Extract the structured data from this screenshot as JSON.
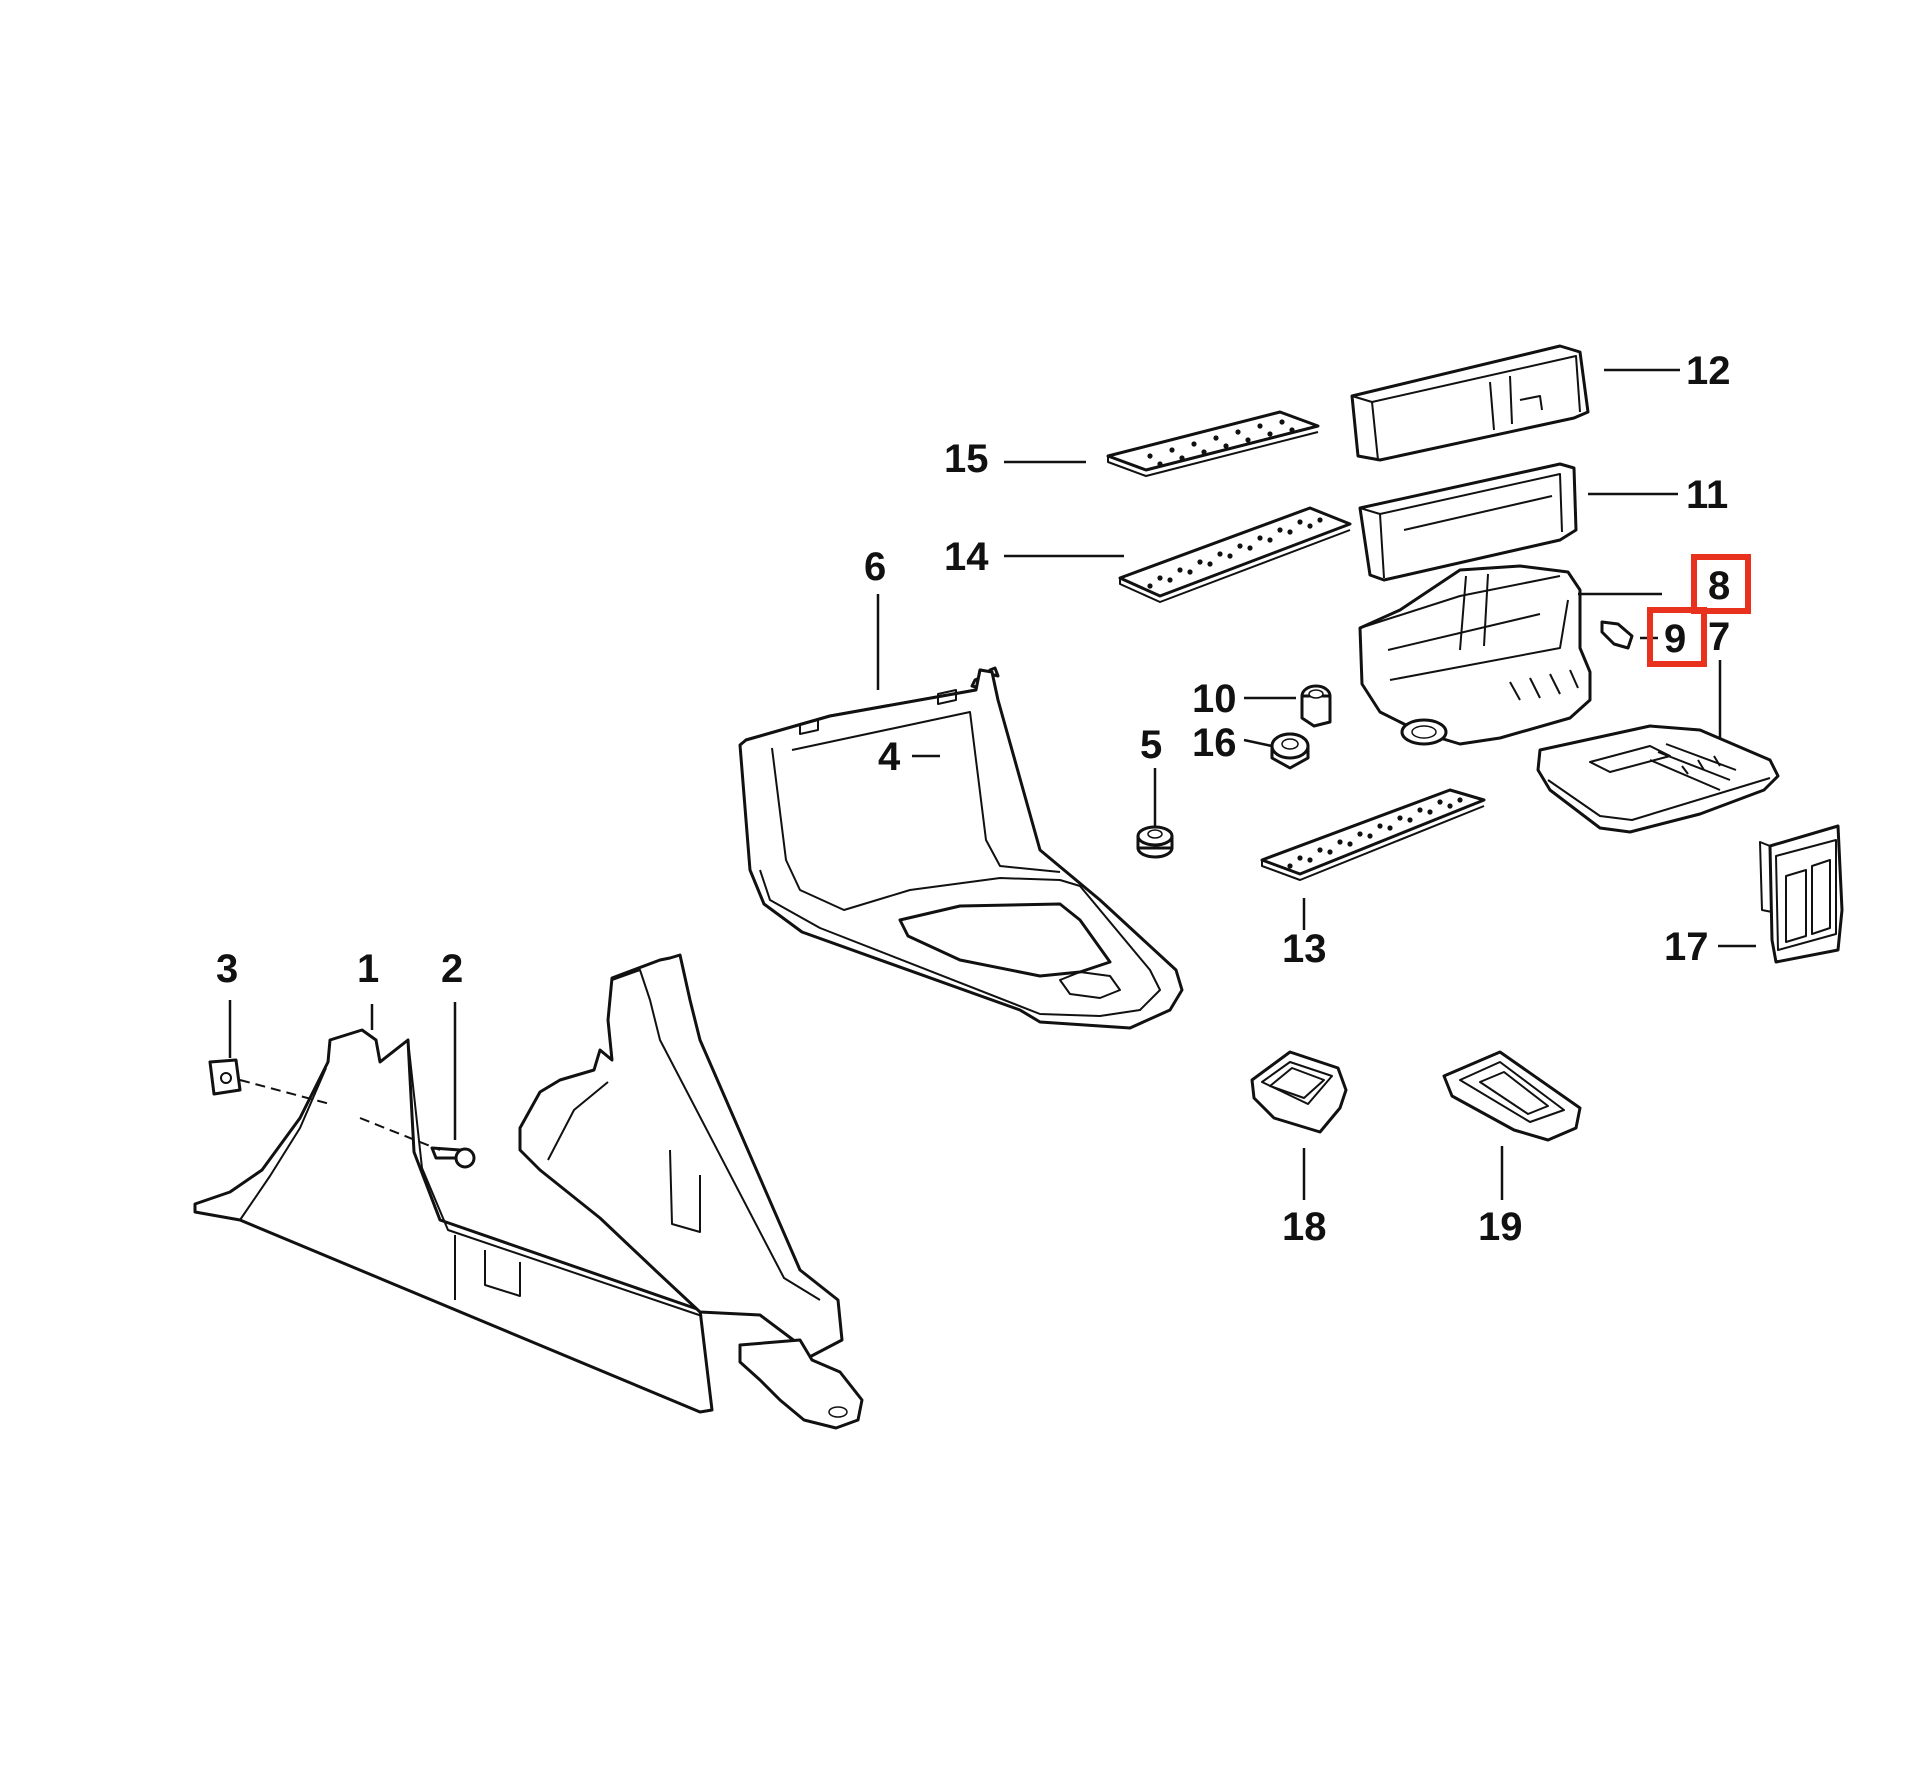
{
  "colors": {
    "highlight": "#e8321e",
    "line": "#111111",
    "background": "#ffffff"
  },
  "highlighted": [
    "8",
    "9"
  ],
  "callouts": {
    "c1": "1",
    "c2": "2",
    "c3": "3",
    "c4": "4",
    "c5": "5",
    "c6": "6",
    "c7": "7",
    "c8": "8",
    "c9": "9",
    "c10": "10",
    "c11": "11",
    "c12": "12",
    "c13": "13",
    "c14": "14",
    "c15": "15",
    "c16": "16",
    "c17": "17",
    "c18": "18",
    "c19": "19"
  }
}
